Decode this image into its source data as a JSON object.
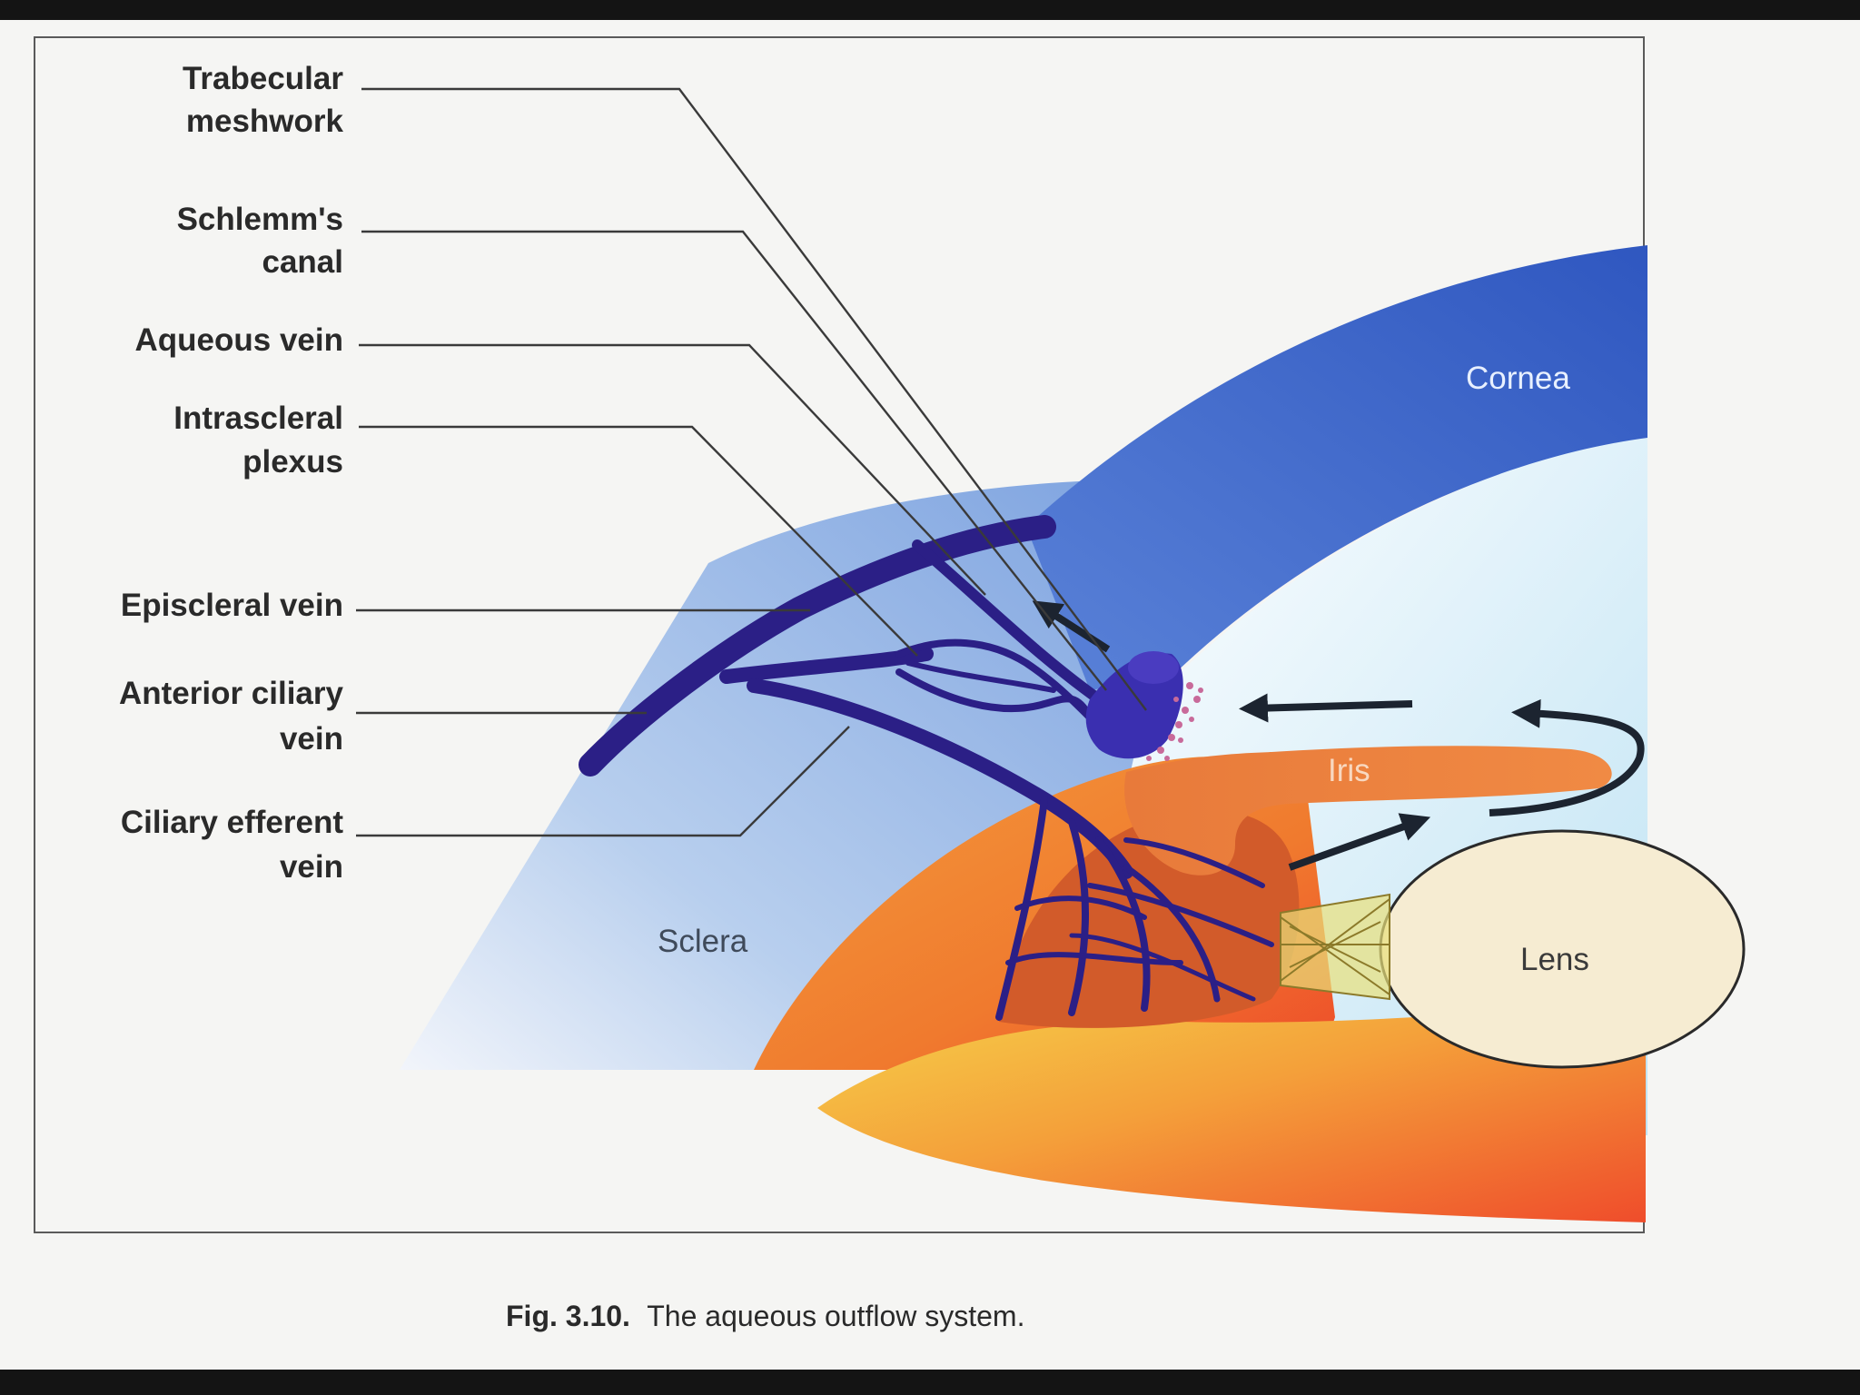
{
  "labels": {
    "trabecular": [
      "Trabecular",
      "meshwork"
    ],
    "schlemm": [
      "Schlemm's",
      "canal"
    ],
    "aqueous_vein": [
      "Aqueous vein"
    ],
    "intrascleral": [
      "Intrascleral",
      "plexus"
    ],
    "episcleral": [
      "Episcleral vein"
    ],
    "anterior_ciliary": [
      "Anterior ciliary",
      "vein"
    ],
    "ciliary_efferent": [
      "Ciliary efferent",
      "vein"
    ]
  },
  "regions": {
    "cornea": "Cornea",
    "iris": "Iris",
    "lens": "Lens",
    "sclera": "Sclera"
  },
  "caption": {
    "number": "Fig. 3.10.",
    "text": "The aqueous outflow system."
  },
  "colors": {
    "cornea": "#3a62c8",
    "sclera": "#9dbde8",
    "vein": "#2b1f86",
    "iris": "#e8783a",
    "ciliary_body": "#d9652c",
    "lens": "#f6ecd2",
    "anterior_chamber": "#d3ecf7",
    "arrow": "#1c2430"
  }
}
